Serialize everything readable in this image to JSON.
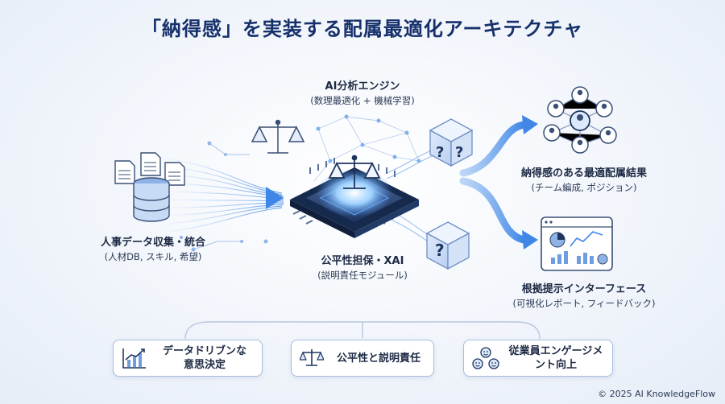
{
  "title": "「納得感」を実装する配属最適化アーキテクチャ",
  "engine": {
    "title": "AI分析エンジン",
    "subtitle": "(数理最適化 + 機械学習)"
  },
  "input": {
    "title": "人事データ収集・統合",
    "subtitle": "(人材DB, スキル, 希望)"
  },
  "fairness": {
    "title": "公平性担保・XAI",
    "subtitle": "(説明責任モジュール)"
  },
  "result": {
    "title": "納得感のある最適配属結果",
    "subtitle": "(チーム編成, ポジション)"
  },
  "evidence": {
    "title": "根拠提示インターフェース",
    "subtitle": "(可視化レポート, フィードバック)"
  },
  "bottom": [
    {
      "label_line1": "データドリブンな",
      "label_line2": "意思決定",
      "icon": "growth-chart-icon"
    },
    {
      "label_line1": "公平性と説明責任",
      "label_line2": "",
      "icon": "scales-icon"
    },
    {
      "label_line1": "従業員エンゲージメ",
      "label_line2": "ント向上",
      "icon": "smiley-group-icon"
    }
  ],
  "copyright": "© 2025 AI KnowledgeFlow",
  "colors": {
    "accent": "#3f86e6",
    "dark": "#1e3560",
    "title": "#16306b",
    "panel_border": "#a9bddc"
  }
}
